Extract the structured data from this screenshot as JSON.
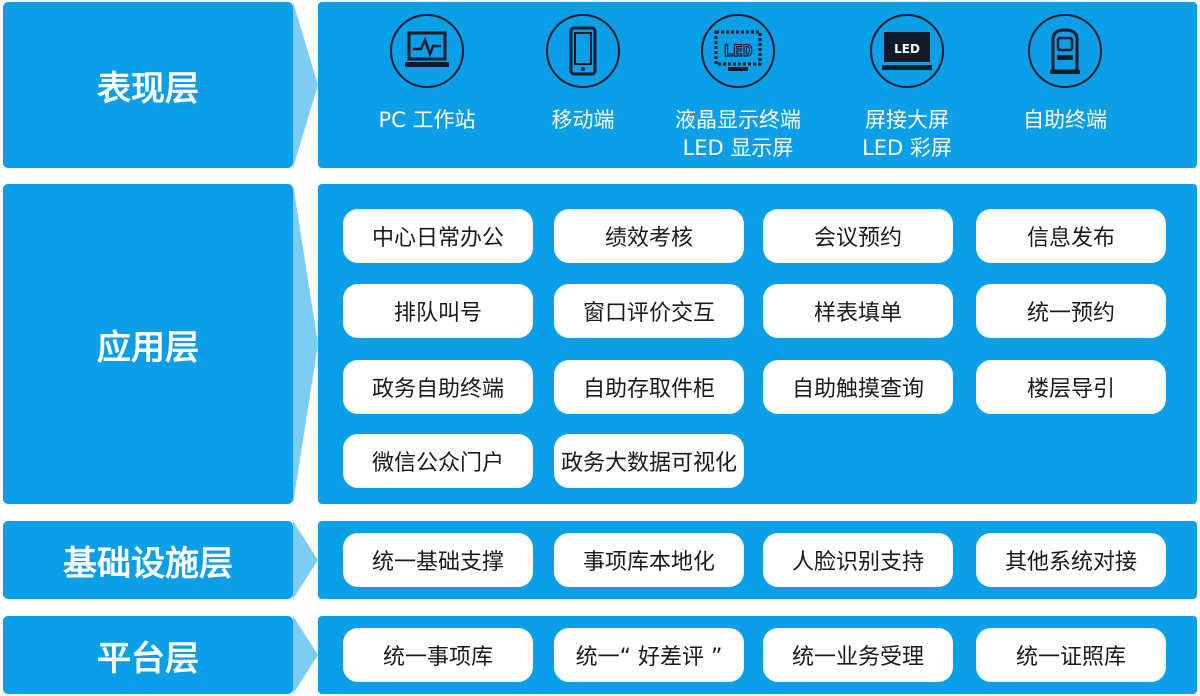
{
  "layers": [
    {
      "key": "presentation",
      "label": "表现层"
    },
    {
      "key": "application",
      "label": "应用层"
    },
    {
      "key": "infrastructure",
      "label": "基础设施层"
    },
    {
      "key": "platform",
      "label": "平台层"
    }
  ],
  "presentation": {
    "devices": [
      {
        "icon": "monitor-pulse-icon",
        "lines": [
          "PC 工作站"
        ]
      },
      {
        "icon": "smartphone-icon",
        "lines": [
          "移动端"
        ]
      },
      {
        "icon": "lcd-display-icon",
        "lines": [
          "液晶显示终端",
          "LED 显示屏"
        ]
      },
      {
        "icon": "led-screen-icon",
        "lines": [
          "屏接大屏",
          "LED 彩屏"
        ],
        "badge": "LED"
      },
      {
        "icon": "kiosk-terminal-icon",
        "lines": [
          "自助终端"
        ]
      }
    ]
  },
  "application": {
    "items": [
      "中心日常办公",
      "绩效考核",
      "会议预约",
      "信息发布",
      "排队叫号",
      "窗口评价交互",
      "样表填单",
      "统一预约",
      "政务自助终端",
      "自助存取件柜",
      "自助触摸查询",
      "楼层导引",
      "微信公众门户",
      "政务大数据可视化"
    ]
  },
  "infrastructure": {
    "items": [
      "统一基础支撑",
      "事项库本地化",
      "人脸识别支持",
      "其他系统对接"
    ]
  },
  "platform": {
    "items": [
      "统一事项库",
      "统一“ 好差评 ”",
      "统一业务受理",
      "统一证照库"
    ]
  },
  "colors": {
    "panel": "#0a9fe6",
    "arrow": "#7ccdf3",
    "pill": "#ffffff",
    "icon_stroke": "#0d1b2a"
  }
}
